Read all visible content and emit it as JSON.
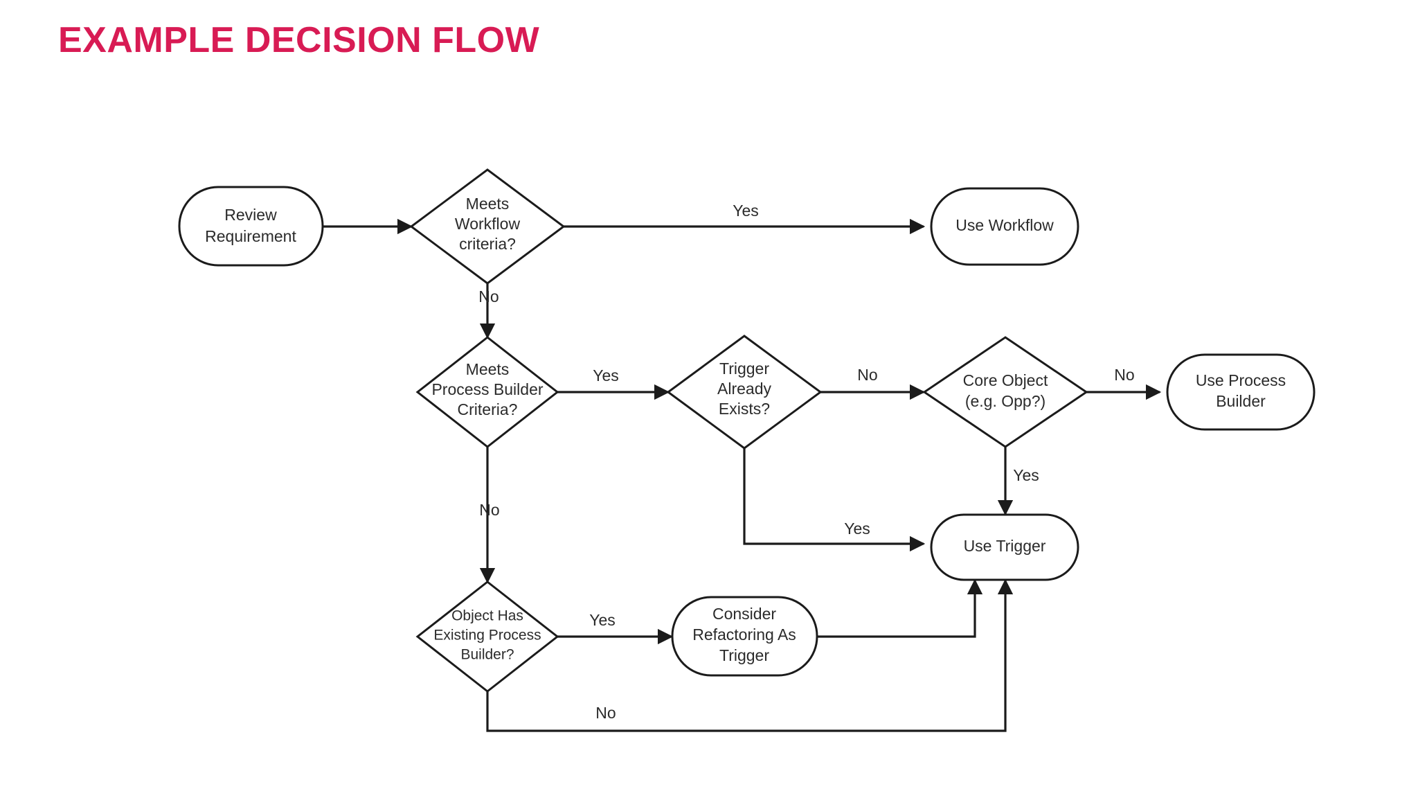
{
  "slide": {
    "title": "EXAMPLE DECISION FLOW",
    "title_color": "#d81b54",
    "background_color": "#ffffff",
    "line_color": "#1b1b1b",
    "text_color": "#2b2b2b"
  },
  "flow": {
    "nodes": {
      "review_requirement": {
        "label_line1": "Review",
        "label_line2": "Requirement",
        "shape": "stadium"
      },
      "meets_workflow": {
        "label_line1": "Meets",
        "label_line2": "Workflow",
        "label_line3": "criteria?",
        "shape": "diamond"
      },
      "use_workflow": {
        "label_line1": "Use Workflow",
        "shape": "stadium"
      },
      "meets_process_builder": {
        "label_line1": "Meets",
        "label_line2": "Process Builder",
        "label_line3": "Criteria?",
        "shape": "diamond"
      },
      "trigger_already_exists": {
        "label_line1": "Trigger",
        "label_line2": "Already",
        "label_line3": "Exists?",
        "shape": "diamond"
      },
      "core_object": {
        "label_line1": "Core Object",
        "label_line2": "(e.g. Opp?)",
        "shape": "diamond"
      },
      "use_process_builder": {
        "label_line1": "Use Process",
        "label_line2": "Builder",
        "shape": "stadium"
      },
      "use_trigger": {
        "label_line1": "Use Trigger",
        "shape": "stadium"
      },
      "object_has_existing_pb": {
        "label_line1": "Object Has",
        "label_line2": "Existing Process",
        "label_line3": "Builder?",
        "shape": "diamond"
      },
      "consider_refactoring": {
        "label_line1": "Consider",
        "label_line2": "Refactoring As",
        "label_line3": "Trigger",
        "shape": "stadium"
      }
    },
    "edge_labels": {
      "workflow_yes": "Yes",
      "workflow_no": "No",
      "pb_yes": "Yes",
      "pb_no": "No",
      "trigger_exists_no": "No",
      "trigger_exists_yes": "Yes",
      "core_object_no": "No",
      "core_object_yes": "Yes",
      "object_pb_yes": "Yes",
      "object_pb_no": "No"
    }
  }
}
